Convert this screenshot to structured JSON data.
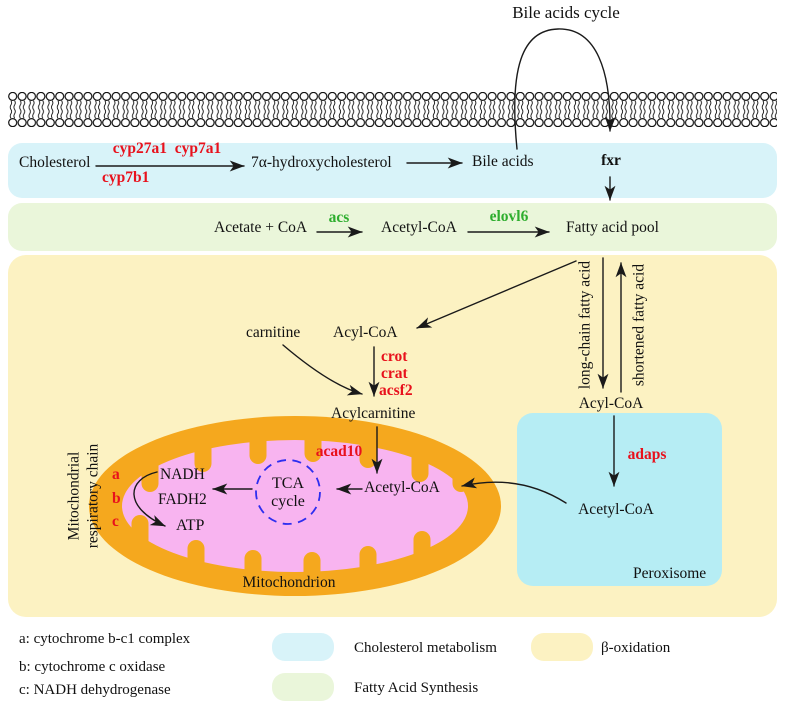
{
  "title": "Bile acids cycle",
  "cholesterol_pathway": {
    "substrate": "Cholesterol",
    "enzymes_above_arrow": "cyp27a1  cyp7a1",
    "enzyme_below_arrow": "cyp7b1",
    "intermediate": "7α-hydroxycholesterol",
    "product": "Bile acids",
    "receptor": "fxr"
  },
  "fatty_acid_synthesis": {
    "substrate": "Acetate + CoA",
    "enzyme1": "acs",
    "intermediate": "Acetyl-CoA",
    "enzyme2": "elovl6",
    "product": "Fatty acid pool"
  },
  "beta_oxidation": {
    "long_chain_label": "long-chain fatty acid",
    "shortened_label": "shortened fatty acid",
    "acyl_coa_right": "Acyl-CoA",
    "carnitine": "carnitine",
    "acyl_coa_mid": "Acyl-CoA",
    "transport_enzyme1": "crot",
    "transport_enzyme2": "crat",
    "transport_enzyme3": "acsf2",
    "acylcarnitine": "Acylcarnitine",
    "enzyme_acad10": "acad10",
    "acetyl_coa_mito": "Acetyl-CoA",
    "tca_line1": "TCA",
    "tca_line2": "cycle",
    "nadh": "NADH",
    "fadh2": "FADH2",
    "atp": "ATP",
    "chain_letter_a": "a",
    "chain_letter_b": "b",
    "chain_letter_c": "c",
    "resp_chain_line1": "Mitochondrial",
    "resp_chain_line2": "respiratory chain",
    "mitochondrion_label": "Mitochondrion"
  },
  "peroxisome": {
    "enzyme": "adaps",
    "acetyl_coa": "Acetyl-CoA",
    "label": "Peroxisome"
  },
  "legend": {
    "notes": [
      "a: cytochrome b-c1 complex",
      "b: cytochrome c oxidase",
      "c: NADH dehydrogenase"
    ],
    "items": [
      {
        "label": "Cholesterol metabolism",
        "color": "#d8f3f9"
      },
      {
        "label": "Fatty Acid Synthesis",
        "color": "#eaf6da"
      },
      {
        "label": "β-oxidation",
        "color": "#fcf2c2"
      }
    ]
  },
  "colors": {
    "cyanband": "#d8f3f9",
    "greenband": "#eaf6da",
    "yellowband": "#fcf2c2",
    "perox": "#b6edf4",
    "orange": "#f5a81e",
    "pink": "#f8b4f0",
    "red": "#e8111c",
    "green": "#2eae2e",
    "blue": "#2d2df0",
    "ink": "#1a1a1a"
  }
}
